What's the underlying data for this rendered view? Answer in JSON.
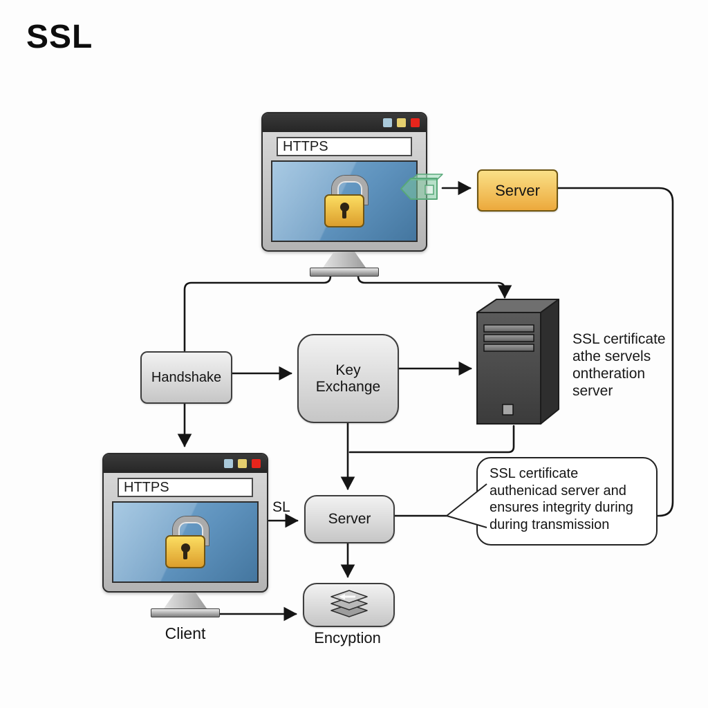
{
  "title": "SSL",
  "colors": {
    "accent_yellow": "#f2b93f",
    "screen_blue": "#5e92bd",
    "padlock_gold": "#f0bf35",
    "secure_tag_green": "#8fd4aa",
    "tower_gray": "#474747",
    "connector_black": "#151515",
    "window_button_blue": "#a9c9da",
    "window_button_yellow": "#e5cf6e",
    "window_button_red": "#e8251c"
  },
  "icons": {
    "top_monitor": "browser-window-padlock-icon",
    "client_monitor": "browser-window-padlock-icon",
    "padlock": "padlock-icon",
    "secure_tag": "green-left-arrow-icon",
    "server_tower": "server-tower-icon",
    "encryption_stack": "layer-stack-icon"
  },
  "top_monitor": {
    "address": "HTTPS"
  },
  "client_monitor": {
    "address": "HTTPS",
    "label": "Client"
  },
  "nodes": {
    "server_top": "Server",
    "handshake": "Handshake",
    "key_exchange": "Key Exchange",
    "server_mid": "Server",
    "encryption_label": "Encyption",
    "sl_label": "SL"
  },
  "server_note": {
    "lines": [
      "SSL certificate",
      "athe servels",
      "ontheration",
      "server"
    ]
  },
  "speech_bubble": {
    "lines": [
      "SSL certificate",
      "authenicad server and",
      "ensures integrity during",
      "during transmission"
    ]
  }
}
